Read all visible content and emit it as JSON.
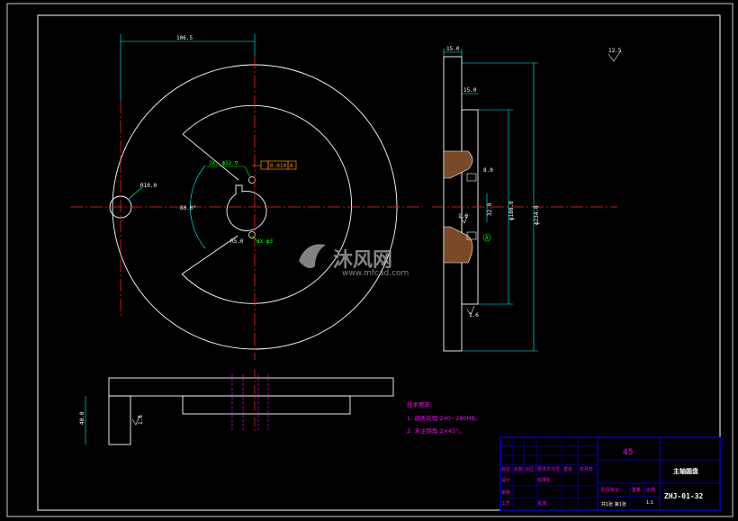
{
  "front_view": {
    "dims": {
      "width_106": "106.5",
      "r10": "R10.0",
      "angle_80": "80.0°",
      "r50": "R5.0",
      "hole_note_top": "1X, ϕ12 ∇",
      "hole_note_bottom": "3X ϕ3"
    },
    "gdt": {
      "tolerance": "0.010",
      "datum": "A"
    }
  },
  "side_view": {
    "dims": {
      "width_15": "15.0",
      "depth_15": "15.0",
      "slot_8": "8.0",
      "hub_32": "32.0",
      "dia_180": "ϕ180.0",
      "dia_234": "ϕ234.0",
      "rough_upper": "1.6",
      "rough_lower": "1.6"
    },
    "datum": "A",
    "surface_symbol": "12.5"
  },
  "bottom_view": {
    "height_label": "40.0",
    "rough_label": "1.6"
  },
  "notes": {
    "heading": "技术要求:",
    "line1": "1. 调质处理 240~280HB。",
    "line2": "2. 未注倒角 2×45°。"
  },
  "title_block": {
    "material": "45",
    "part_name": "主轴圆盘",
    "drawing_no": "ZHJ-01-32",
    "scale_ratio": "1:1",
    "sheet_text": "共1张 第1张",
    "headers": [
      "标记",
      "处数",
      "分区",
      "更改文件号",
      "签名",
      "年月日"
    ],
    "design_label": "设计",
    "standard_label": "标准化",
    "review_label": "审核",
    "process_label": "工艺",
    "approve_label": "批准",
    "stage_label": "阶段标记",
    "weight_label": "重量",
    "scale_label": "比例"
  },
  "watermark": {
    "brand": "沐风网",
    "url": "www.mfcad.com"
  },
  "colors": {
    "outline": "#ffffff",
    "centerline": "#ff2020",
    "dimension": "#00ffff",
    "annotation": "#00ff00",
    "notes": "#ff00ff",
    "title_block": "#0000ff"
  }
}
